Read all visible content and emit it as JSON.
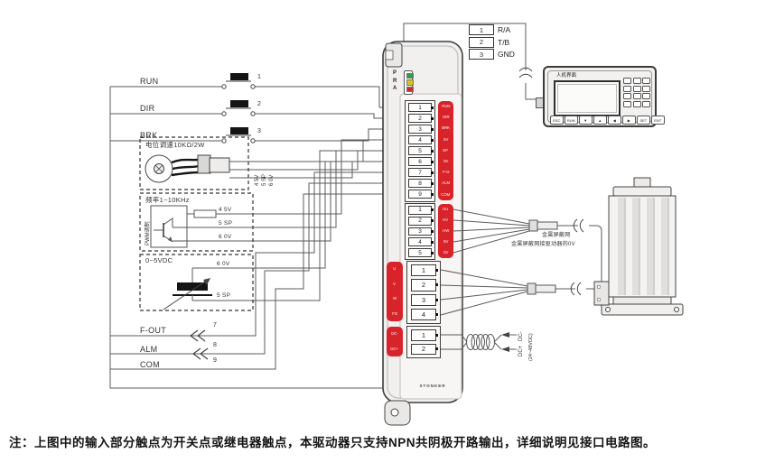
{
  "note": "注：上图中的输入部分触点为开关点或继电器触点，本驱动器只支持NPN共阴极开路输出，详细说明见接口电路图。",
  "left_inputs": {
    "run_label": "RUN",
    "dir_label": "DIR",
    "brk_label": "BRK",
    "switch_numbers": [
      "1",
      "2",
      "3"
    ]
  },
  "speed_boxes": {
    "pot": {
      "title": "电位调速10KΩ/2W",
      "pin_labels": [
        "4 5V",
        "5 SP",
        "6 0V"
      ]
    },
    "freq": {
      "title": "频率1~10KHz",
      "side_label": "PWM调制",
      "pin_labels": [
        "4 5V",
        "5 SP",
        "6 0V"
      ]
    },
    "analog": {
      "title": "0~5VDC",
      "pin_labels": [
        "6 0V",
        "5 SP"
      ]
    }
  },
  "left_outputs": {
    "fout_label": "F-OUT",
    "alm_label": "ALM",
    "com_label": "COM",
    "wire_numbers": [
      "7",
      "8",
      "9"
    ]
  },
  "driver": {
    "brand": "STONKER",
    "led_labels": [
      "P",
      "R",
      "A"
    ],
    "block1": {
      "terminals": [
        "1",
        "2",
        "3",
        "4",
        "5",
        "6",
        "7",
        "8",
        "9"
      ],
      "signals": [
        "RUN",
        "DIR",
        "BRK",
        "5V",
        "SP",
        "0V",
        "F-O",
        "ALM",
        "COM"
      ]
    },
    "block2": {
      "terminals": [
        "1",
        "2",
        "3",
        "4",
        "5"
      ],
      "signals": [
        "HU",
        "HV",
        "HW",
        "5V",
        "0V"
      ]
    },
    "block3": {
      "terminals": [
        "1",
        "2",
        "3",
        "4"
      ],
      "signals": [
        "U",
        "V",
        "W",
        "FG"
      ]
    },
    "block4": {
      "terminals": [
        "1",
        "2"
      ],
      "signals": [
        "DC-",
        "DC+"
      ]
    }
  },
  "comm_terminal": {
    "rows": [
      {
        "num": "1",
        "label": "R/A"
      },
      {
        "num": "2",
        "label": "T/B"
      },
      {
        "num": "3",
        "label": "GND"
      }
    ]
  },
  "hmi": {
    "title": "人机界面",
    "function_keys": [
      "ESC",
      "RUN",
      "▼",
      "▲",
      "◀",
      "▶",
      "SET",
      "ENT"
    ]
  },
  "motor_cable": {
    "shield_label": "金属屏蔽网",
    "shield_note": "金属屏蔽网接驱动器的0V"
  },
  "power": {
    "dc_minus": "DC-",
    "dc_plus": "DC+",
    "voltage_range": "(24~48VDC)"
  },
  "colors": {
    "terminal_strip_red": "#d8232a",
    "led_power_green": "#2f9e44",
    "led_run_yellow": "#d9c227",
    "led_alarm_red": "#cc2a2a"
  }
}
